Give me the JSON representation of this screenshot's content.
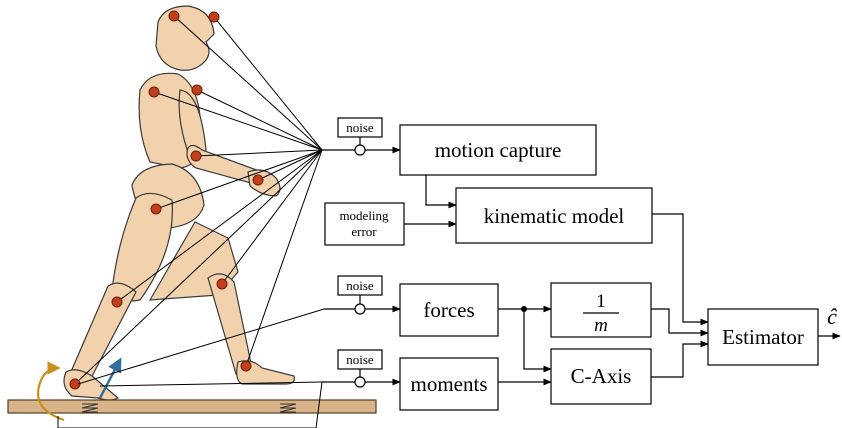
{
  "labels": {
    "noise": "noise",
    "motion_capture": "motion capture",
    "modeling_error_1": "modeling",
    "modeling_error_2": "error",
    "kinematic_model": "kinematic model",
    "forces": "forces",
    "moments": "moments",
    "fraction_numerator": "1",
    "fraction_denominator": "m",
    "c_axis": "C-Axis",
    "estimator": "Estimator",
    "output": "ĉ"
  },
  "colors": {
    "body_fill": "#f2d2ad",
    "marker": "#c0401c",
    "force_plate": "#d9b48a",
    "moment_arrow": "#c8901a",
    "force_arrow": "#2f6e9e"
  }
}
